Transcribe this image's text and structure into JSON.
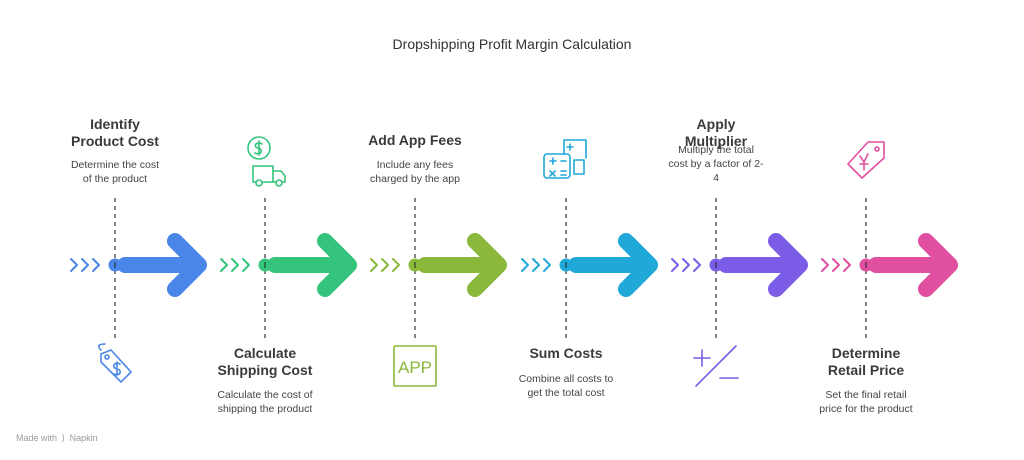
{
  "title": "Dropshipping Profit Margin Calculation",
  "steps": [
    {
      "title_lines": [
        "Identify",
        "Product Cost"
      ],
      "desc_lines": [
        "Determine the cost",
        "of the product"
      ],
      "color": "#4a86e8",
      "icon": "price-tag-dollar-icon"
    },
    {
      "title_lines": [
        "Calculate",
        "Shipping Cost"
      ],
      "desc_lines": [
        "Calculate the cost of",
        "shipping the product"
      ],
      "color": "#34c47c",
      "icon": "shipping-truck-dollar-icon"
    },
    {
      "title_lines": [
        "Add App Fees"
      ],
      "desc_lines": [
        "Include any fees",
        "charged by the app"
      ],
      "color": "#8ab83a",
      "icon": "app-icon",
      "icon_text": "APP"
    },
    {
      "title_lines": [
        "Sum Costs"
      ],
      "desc_lines": [
        "Combine all costs to",
        "get the total cost"
      ],
      "color": "#1fa8d8",
      "icon": "calculator-icon"
    },
    {
      "title_lines": [
        "Apply",
        "Multiplier"
      ],
      "desc_lines": [
        "Multiply the total",
        "cost by a factor of 2-",
        "4"
      ],
      "color": "#7b5ce6",
      "icon": "plus-minus-icon"
    },
    {
      "title_lines": [
        "Determine",
        "Retail Price"
      ],
      "desc_lines": [
        "Set the final retail",
        "price for the product"
      ],
      "color": "#e04fa0",
      "icon": "price-tag-yen-icon"
    }
  ],
  "footer": {
    "made_with": "Made with",
    "brand": "Napkin"
  }
}
